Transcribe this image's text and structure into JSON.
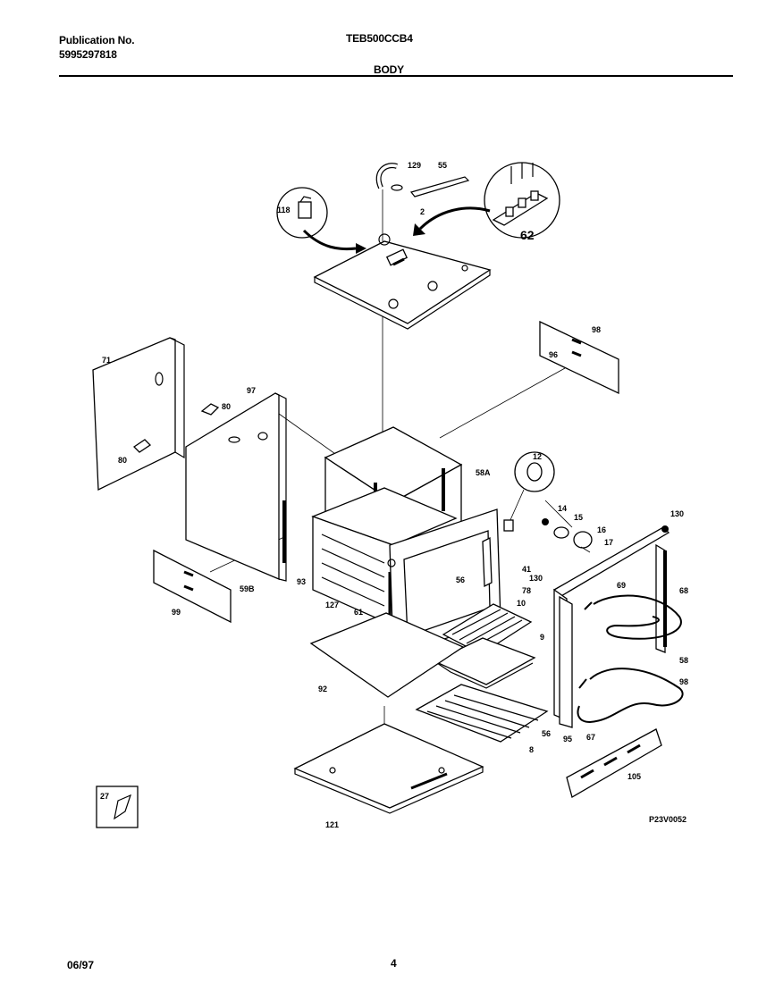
{
  "header": {
    "publication_label": "Publication No.",
    "publication_number": "5995297818",
    "model": "TEB500CCB4",
    "section": "BODY"
  },
  "footer": {
    "date": "06/97",
    "page": "4"
  },
  "diagram_code": "P23V0052",
  "part_labels": {
    "p129": "129",
    "p55": "55",
    "p2": "2",
    "p118": "118",
    "p62": "62",
    "p98a": "98",
    "p71": "71",
    "p97": "97",
    "p80a": "80",
    "p80b": "80",
    "p58a": "58A",
    "p12": "12",
    "p14": "14",
    "p15": "15",
    "p16": "16",
    "p17": "17",
    "p130a": "130",
    "p130b": "130",
    "p41": "41",
    "p56a": "56",
    "p78": "78",
    "p93": "93",
    "p127": "127",
    "p61": "61",
    "p10": "10",
    "p9": "9",
    "p69": "69",
    "p68": "68",
    "p58b": "58",
    "p98b": "98",
    "p99": "99",
    "p59b": "59B",
    "p92": "92",
    "p8": "8",
    "p56b": "56",
    "p95": "95",
    "p67": "67",
    "p105": "105",
    "p121": "121",
    "p27": "27",
    "p96": "96"
  }
}
